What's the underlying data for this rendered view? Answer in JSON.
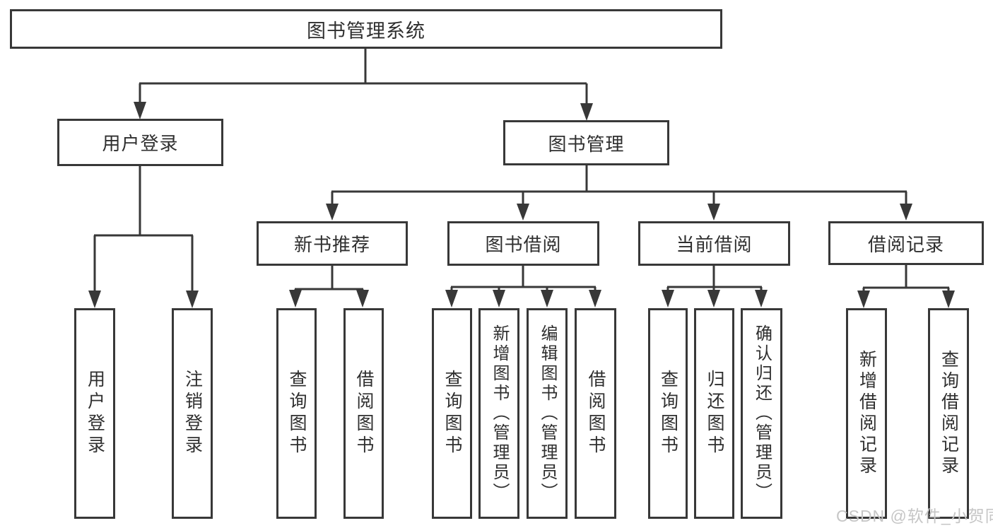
{
  "tree": {
    "root": {
      "label": "图书管理系统"
    },
    "branches": [
      {
        "label": "用户登录",
        "children": [
          "用户登录",
          "注销登录"
        ]
      },
      {
        "label": "图书管理",
        "sections": [
          {
            "label": "新书推荐",
            "children": [
              "查询图书",
              "借阅图书"
            ]
          },
          {
            "label": "图书借阅",
            "children": [
              "查询图书",
              "新增图书（管理员）",
              "编辑图书（管理员）",
              "借阅图书"
            ]
          },
          {
            "label": "当前借阅",
            "children": [
              "查询图书",
              "归还图书",
              "确认归还（管理员）"
            ]
          },
          {
            "label": "借阅记录",
            "children": [
              "新增借阅记录",
              "查询借阅记录"
            ]
          }
        ]
      }
    ]
  },
  "watermark": "CSDN @软件_小贺同学",
  "colors": {
    "line": "#383838",
    "box_border": "#383838",
    "text": "#2f2f2f",
    "watermark": "#c6c6c6",
    "background": "#ffffff"
  }
}
